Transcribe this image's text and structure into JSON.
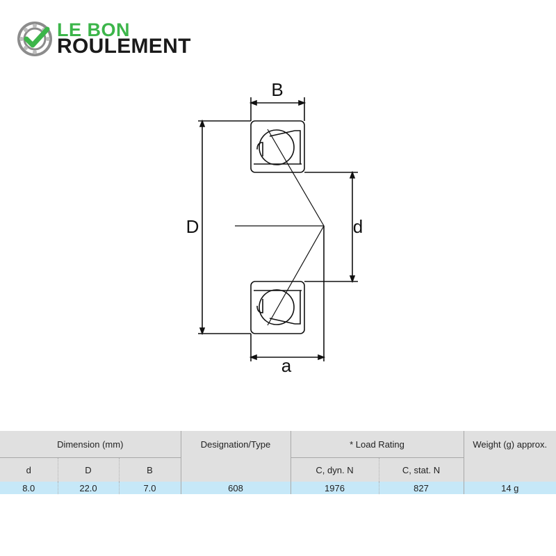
{
  "logo": {
    "line1": "LE BON",
    "line2": "ROULEMENT",
    "colors": {
      "green": "#3cb54a",
      "dark": "#1a1a1a",
      "gray": "#8c8c8c"
    }
  },
  "diagram": {
    "labels": {
      "B": "B",
      "D": "D",
      "d": "d",
      "a": "a"
    }
  },
  "table": {
    "headers": {
      "dimension": "Dimension (mm)",
      "designation": "Designation/Type",
      "load": "* Load Rating",
      "weight": "Weight (g) approx."
    },
    "subheaders": {
      "d": "d",
      "D": "D",
      "B": "B",
      "c_dyn": "C, dyn. N",
      "c_stat": "C, stat. N"
    },
    "row": {
      "d": "8.0",
      "D": "22.0",
      "B": "7.0",
      "designation": "608",
      "c_dyn": "1976",
      "c_stat": "827",
      "weight": "14 g"
    }
  }
}
